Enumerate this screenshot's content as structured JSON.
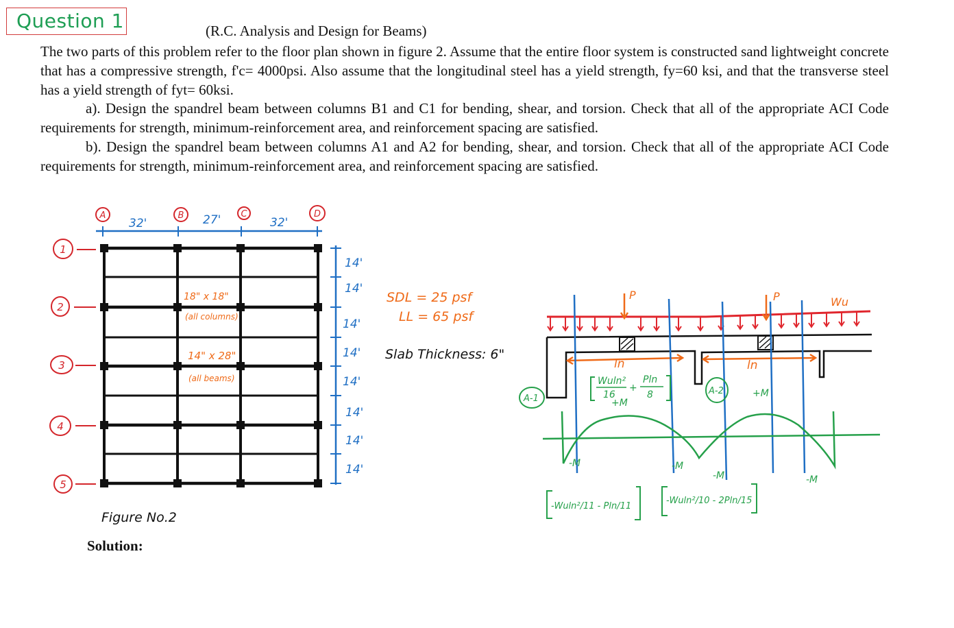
{
  "question_label": "Question 1",
  "subtitle": "(R.C. Analysis and Design for Beams)",
  "intro": "The two parts of this problem refer to the floor plan shown in figure 2.  Assume that the entire floor system is constructed sand lightweight concrete that has a compressive strength, f'c= 4000psi.  Also assume that the longitudinal steel has a yield strength, fy=60 ksi, and that the transverse steel has a yield strength of fyt= 60ksi.",
  "part_a": "a). Design the spandrel beam between columns B1 and C1 for bending, shear, and torsion.  Check that all of the appropriate ACI Code requirements for strength, minimum-reinforcement area, and reinforcement spacing are satisfied.",
  "part_b": "b).  Design the spandrel beam between columns A1 and A2 for bending, shear, and torsion.  Check that all of the appropriate ACI Code requirements for strength, minimum-reinforcement area, and reinforcement spacing are satisfied.",
  "solution_label": "Solution:",
  "floor_plan": {
    "column_lines": [
      "A",
      "B",
      "C",
      "D"
    ],
    "row_lines": [
      "1",
      "2",
      "3",
      "4",
      "5"
    ],
    "bay_widths": [
      "32'",
      "27'",
      "32'"
    ],
    "row_spacings": [
      "14'",
      "14'",
      "14'",
      "14'",
      "14'",
      "14'",
      "14'",
      "14'"
    ],
    "column_size": "18\" x 18\"",
    "column_note": "(all columns)",
    "beam_size": "14\" x 28\"",
    "beam_note": "(all beams)",
    "caption": "Figure No.2"
  },
  "loads": {
    "sdl": "SDL = 25 psf",
    "ll": "LL = 65 psf",
    "slab": "Slab Thickness: 6\""
  },
  "beam_sketch": {
    "load_label": "Wu",
    "point_load_label_1": "P",
    "point_load_label_2": "P",
    "span_label_1": "ln",
    "span_label_2": "ln",
    "support_label_1": "A-1",
    "support_label_2": "A-2",
    "pos_moment_1": "+M",
    "pos_moment_2": "+M",
    "neg_moment_1": "-M",
    "neg_moment_2": "-M",
    "neg_moment_3": "-M",
    "neg_moment_4": "-M",
    "formula_pos_1a": "Wuln²",
    "formula_pos_1b": "16",
    "formula_pos_2a": "Pln",
    "formula_pos_2b": "8",
    "formula_neg_1": "-Wuln²/11 - Pln/11",
    "formula_neg_2": "-Wuln²/10 - 2Pln/15"
  },
  "colors": {
    "tag_border": "#d23b3b",
    "tag_text": "#1e9e54",
    "grid_blue": "#1f6fc4",
    "marker_red": "#d4262b",
    "note_orange": "#ef6a18",
    "moment_green": "#25a04a",
    "load_red": "#e0262d"
  }
}
